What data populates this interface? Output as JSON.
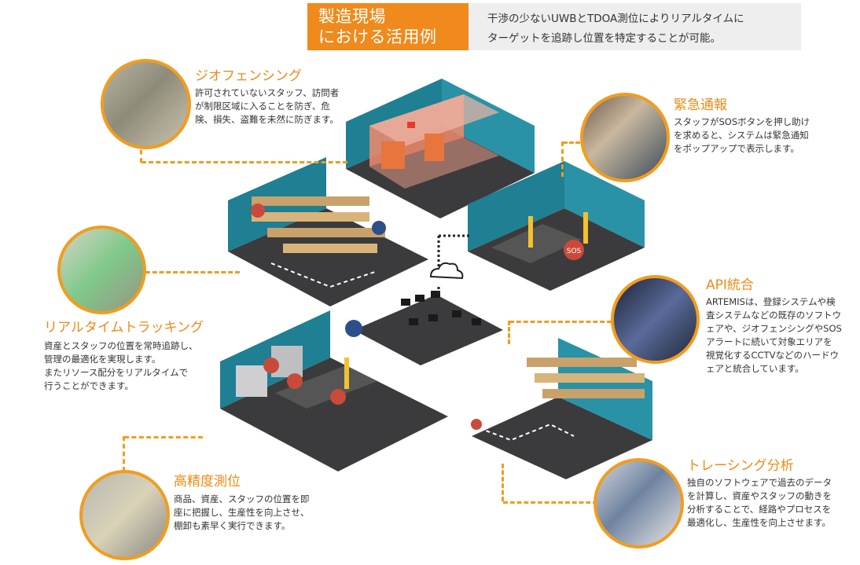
{
  "header": {
    "title_line1": "製造現場",
    "title_line2": "における活用例",
    "desc_line1": "干渉の少ないUWBとTDOA測位によりリアルタイムに",
    "desc_line2": "ターゲットを追跡し位置を特定することが可能。"
  },
  "features": {
    "geofencing": {
      "title": "ジオフェンシング",
      "lines": [
        "許可されていないスタッフ、訪問者",
        "が制限区域に入ることを防ぎ、危",
        "険、損失、盗難を未然に防ぎます。"
      ]
    },
    "emergency": {
      "title": "緊急通報",
      "lines": [
        "スタッフがSOSボタンを押し助け",
        "を求めると、システムは緊急通知",
        "をポップアップで表示します。"
      ]
    },
    "tracking": {
      "title": "リアルタイムトラッキング",
      "lines": [
        "資産とスタッフの位置を常時追跡し、",
        "管理の最適化を実現します。",
        "またリソース配分をリアルタイムで",
        "行うことができます。"
      ]
    },
    "api": {
      "title": "API統合",
      "lines": [
        "ARTEMISは、登録システムや検",
        "査システムなどの既存のソフトウ",
        "ェアや、ジオフェンシングやSOS",
        "アラートに続いて対象エリアを",
        "視覚化するCCTVなどのハードウ",
        "ェアと統合しています。"
      ]
    },
    "precision": {
      "title": "高精度測位",
      "lines": [
        "商品、資産、スタッフの位置を即",
        "座に把握し、生産性を向上させ、",
        "棚卸も素早く実行できます。"
      ]
    },
    "tracing": {
      "title": "トレーシング分析",
      "lines": [
        "独自のソフトウェアで過去のデータ",
        "を計算し、資産やスタッフの動きを",
        "分析することで、経路やプロセスを",
        "最適化し、生産性を向上させます。"
      ]
    }
  },
  "sos_label": "SOS",
  "colors": {
    "accent": "#f08a1c",
    "wall": "#1f7f93",
    "floor": "#3a3a3c"
  }
}
